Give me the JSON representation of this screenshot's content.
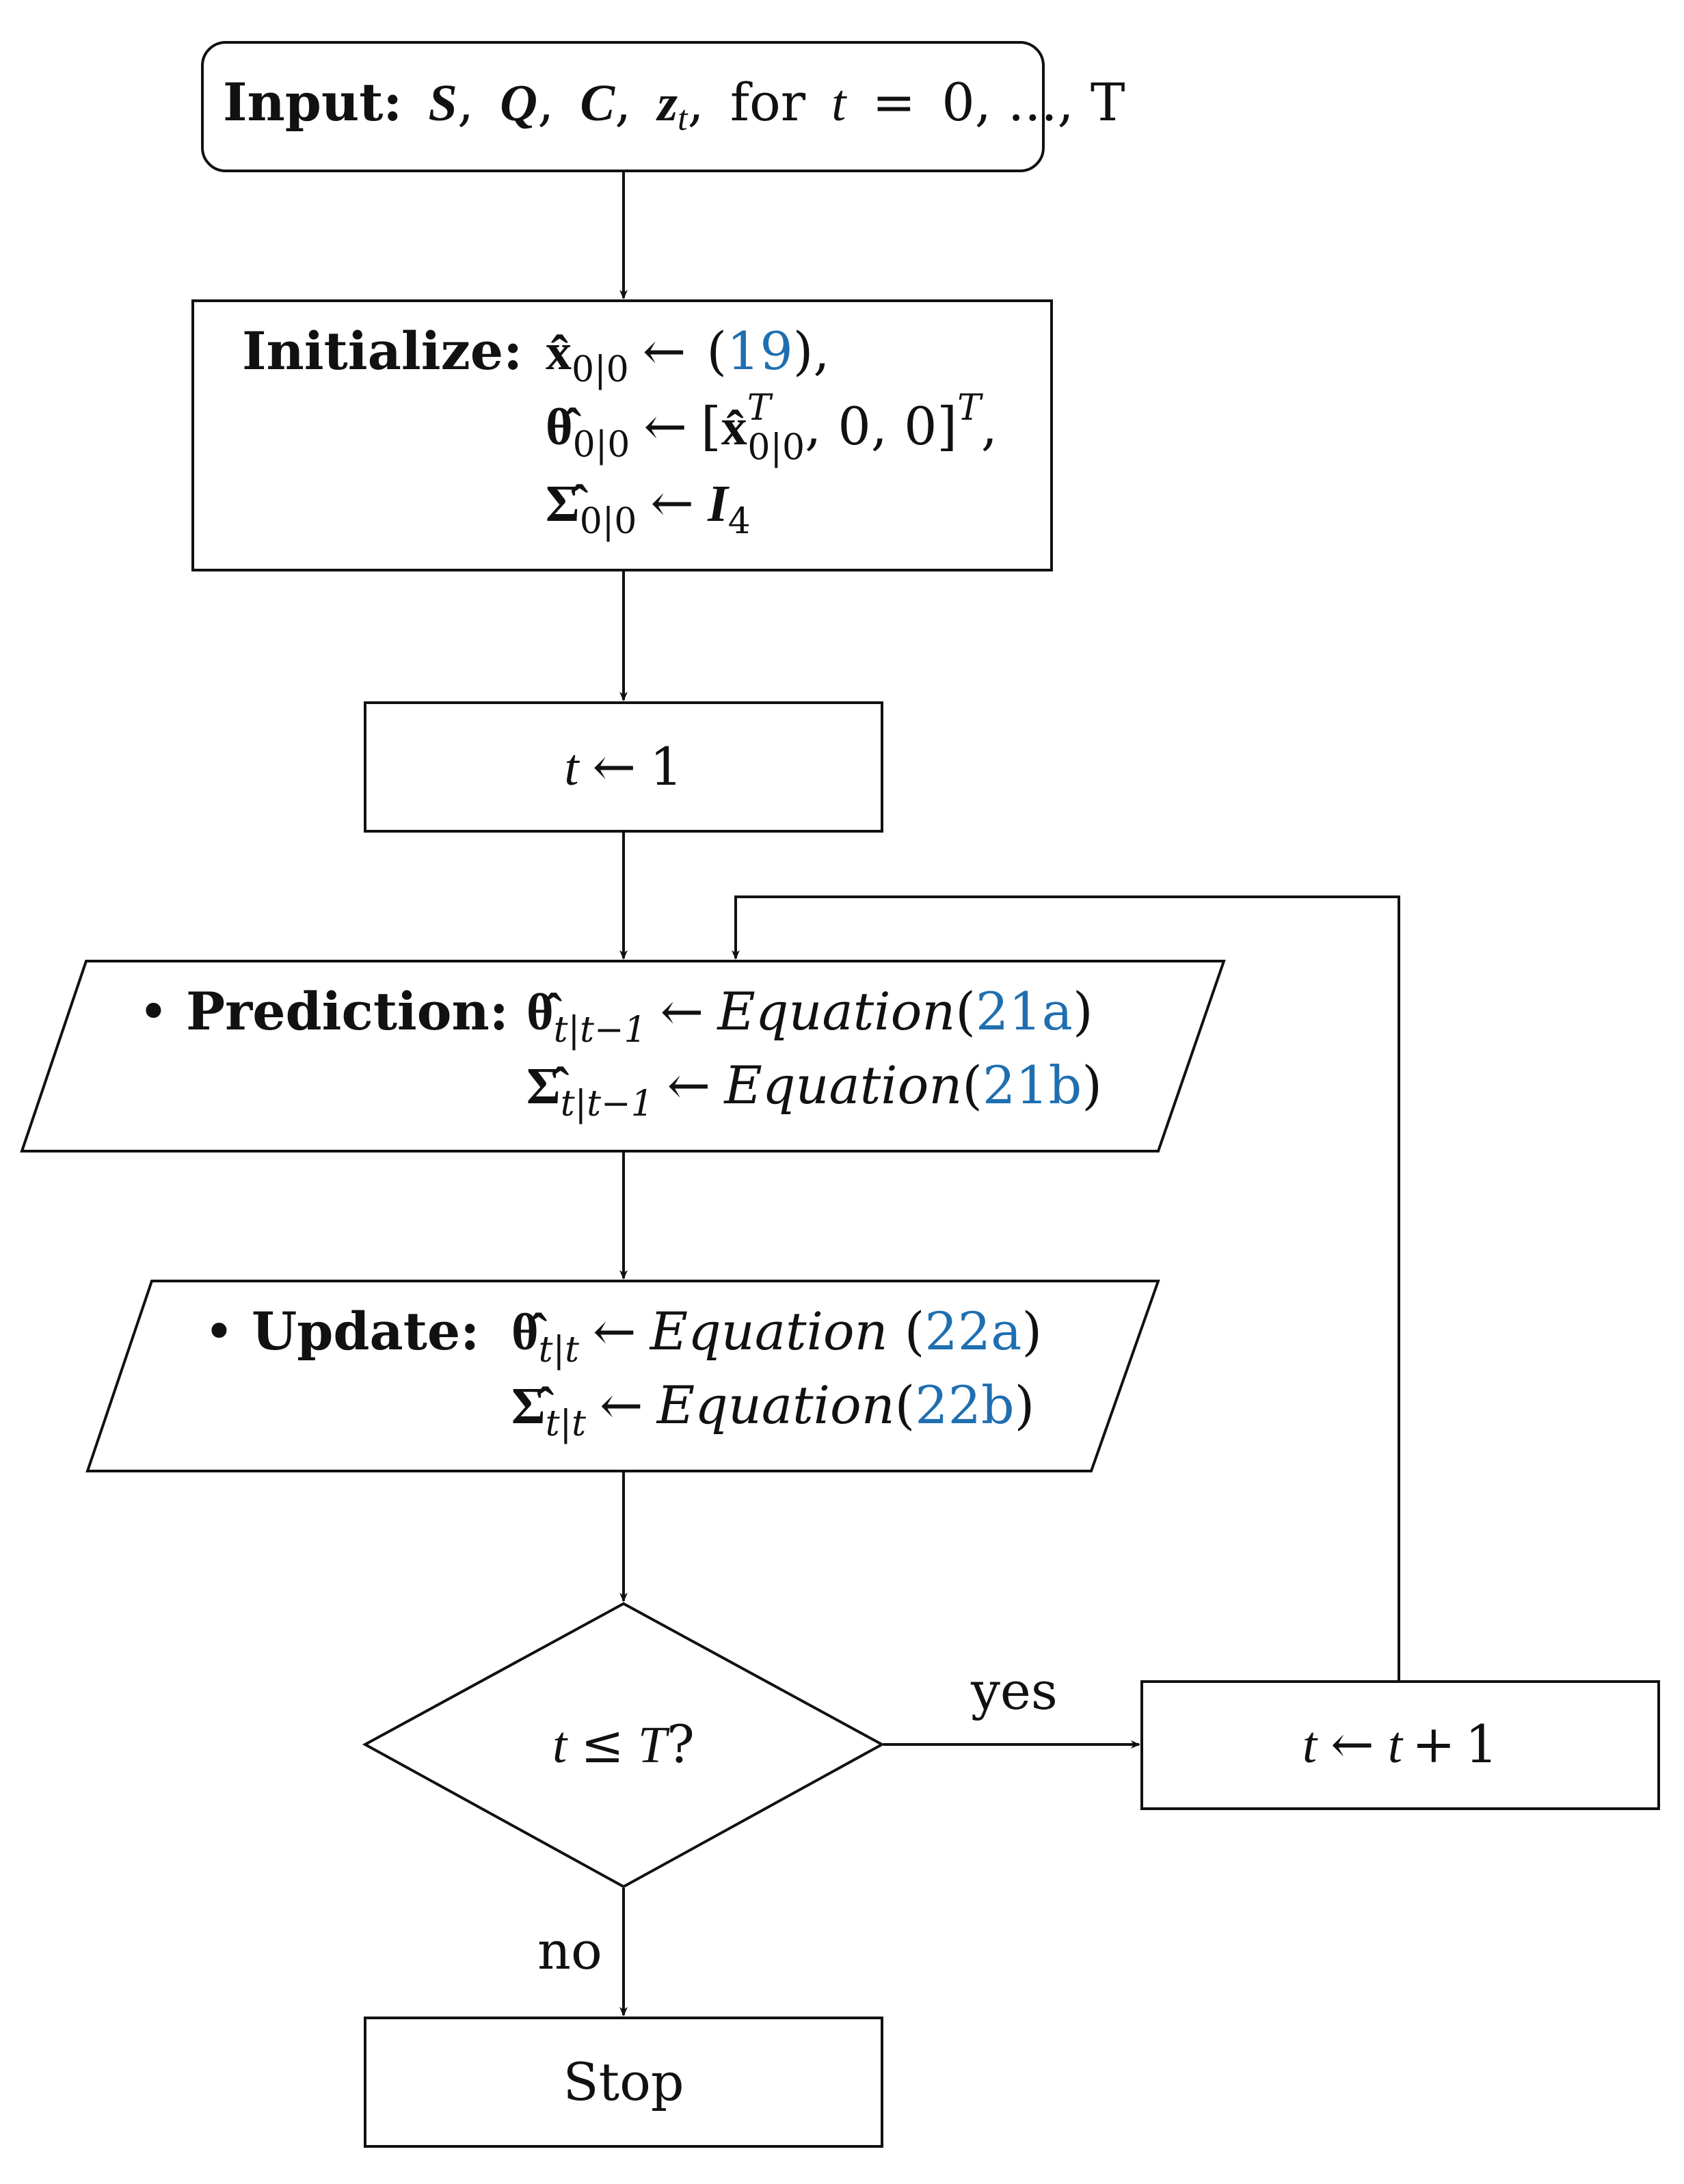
{
  "nodes": {
    "input": {
      "label": "Input:",
      "symbols": [
        "S",
        "Q",
        "C",
        "z"
      ],
      "z_sub": "t",
      "for_text": "for",
      "t_var": "t",
      "eq": "=",
      "range": "0, ..., T"
    },
    "initialize": {
      "label": "Initialize:",
      "line1": {
        "lhs": "x̂",
        "sub": "0|0",
        "arrow": "←",
        "open": "(",
        "ref": "19",
        "close": "),",
        "ref_color": "#1f6fb0"
      },
      "line2": {
        "lhs": "θ̂",
        "sub": "0|0",
        "arrow": "←",
        "open": "[",
        "x": "x̂",
        "sup": "T",
        "xsub": "0|0",
        "tail": ", 0, 0]",
        "sup2": "T",
        "end": ","
      },
      "line3": {
        "lhs": "Σ̂",
        "sub": "0|0",
        "arrow": "←",
        "rhs": "I",
        "rhs_sub": "4"
      }
    },
    "t_init": {
      "lhs": "t",
      "arrow": "←",
      "rhs": "1"
    },
    "prediction": {
      "bullet": "•",
      "label": "Prediction:",
      "line1": {
        "lhs": "θ̂",
        "sub": "t|t−1",
        "arrow": "←",
        "eq_word": "Equation",
        "open": "(",
        "ref": "21a",
        "close": ")"
      },
      "line2": {
        "lhs": "Σ̂",
        "sub": "t|t−1",
        "arrow": "←",
        "eq_word": "Equation",
        "open": "(",
        "ref": "21b",
        "close": ")"
      }
    },
    "update": {
      "bullet": "•",
      "label": "Update:",
      "line1": {
        "lhs": "θ̂",
        "sub": "t|t",
        "arrow": "←",
        "eq_word": "Equation",
        "open": " (",
        "ref": "22a",
        "close": ")"
      },
      "line2": {
        "lhs": "Σ̂",
        "sub": "t|t",
        "arrow": "←",
        "eq_word": "Equation",
        "open": "(",
        "ref": "22b",
        "close": ")"
      }
    },
    "decision": {
      "t": "t",
      "op": "≤",
      "T": "T",
      "q": "?"
    },
    "increment": {
      "lhs": "t",
      "arrow": "←",
      "t2": "t",
      "plus": "+",
      "one": "1"
    },
    "stop": {
      "label": "Stop"
    }
  },
  "edges": {
    "yes_label": "yes",
    "no_label": "no"
  },
  "colors": {
    "stroke": "#111111",
    "link": "#1f6fb0",
    "background": "#ffffff"
  }
}
